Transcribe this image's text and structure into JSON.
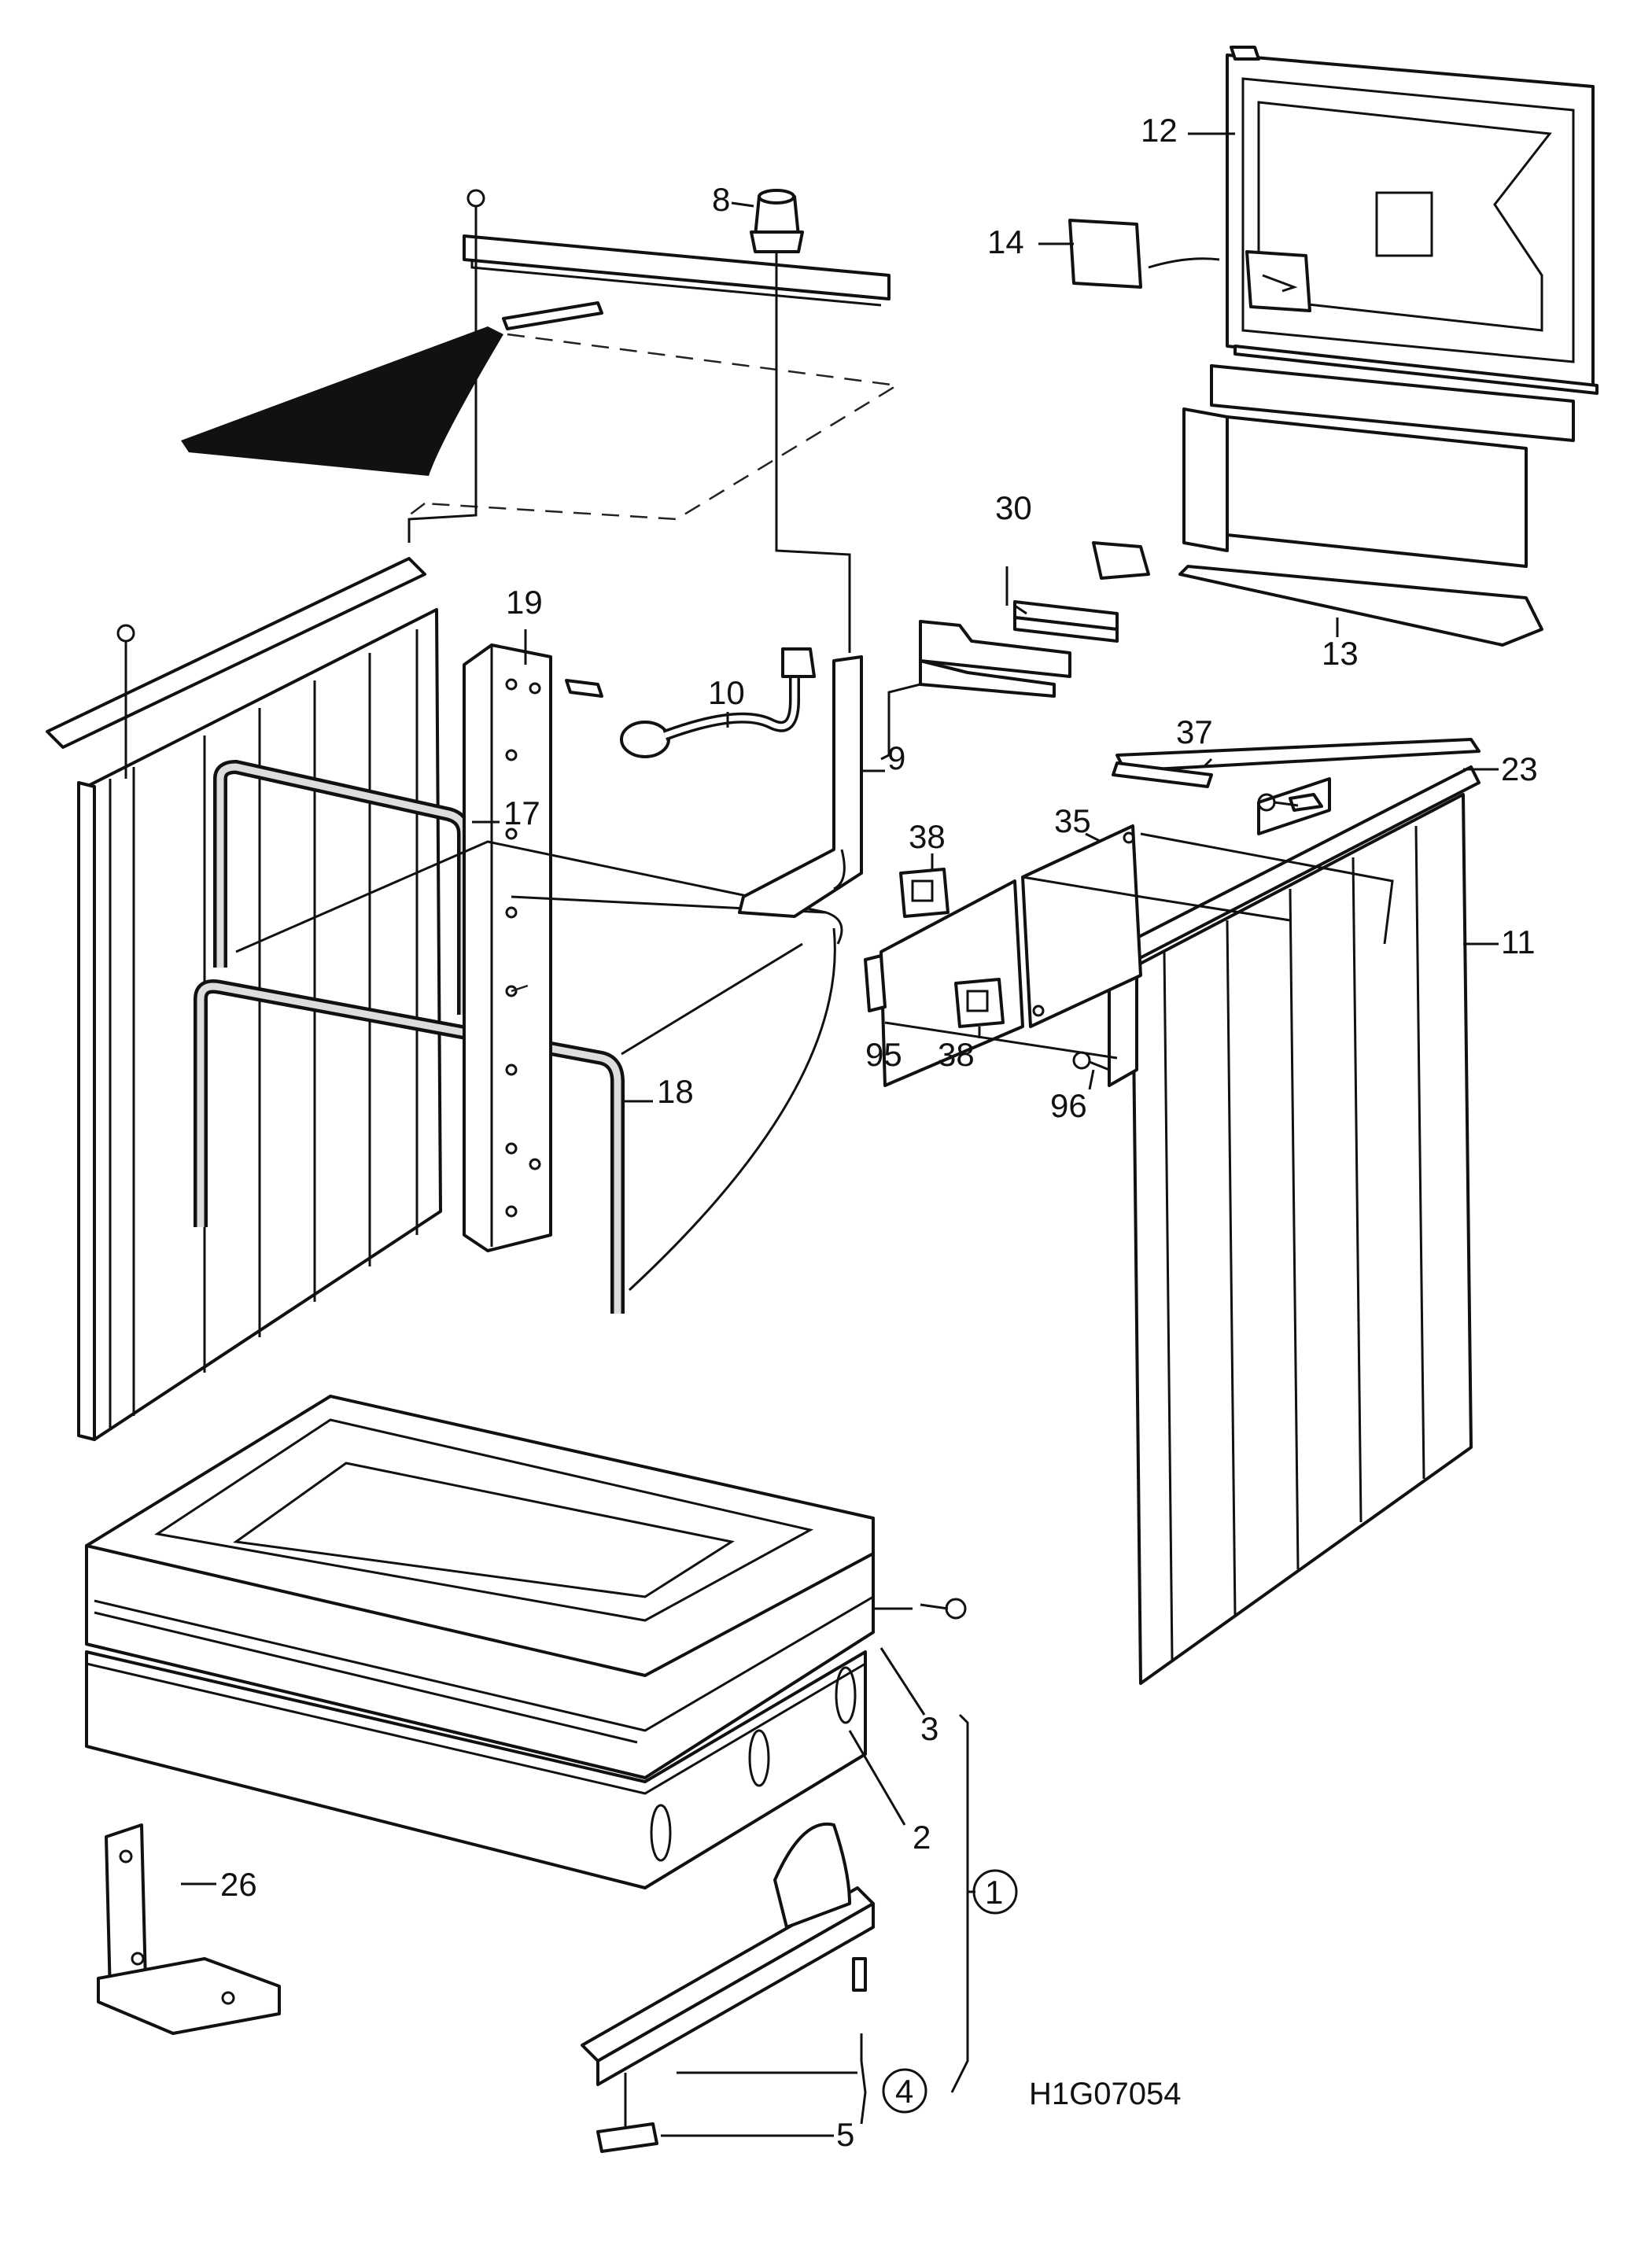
{
  "diagram": {
    "drawing_code": "H1G07054",
    "callouts": {
      "c1": "1",
      "c2": "2",
      "c3": "3",
      "c4": "4",
      "c5": "5",
      "c8": "8",
      "c9": "9",
      "c10": "10",
      "c11": "11",
      "c12": "12",
      "c13": "13",
      "c14": "14",
      "c17": "17",
      "c18": "18",
      "c19": "19",
      "c23": "23",
      "c26": "26",
      "c30": "30",
      "c35": "35",
      "c37": "37",
      "c38a": "38",
      "c38b": "38",
      "c95": "95",
      "c96": "96"
    }
  }
}
